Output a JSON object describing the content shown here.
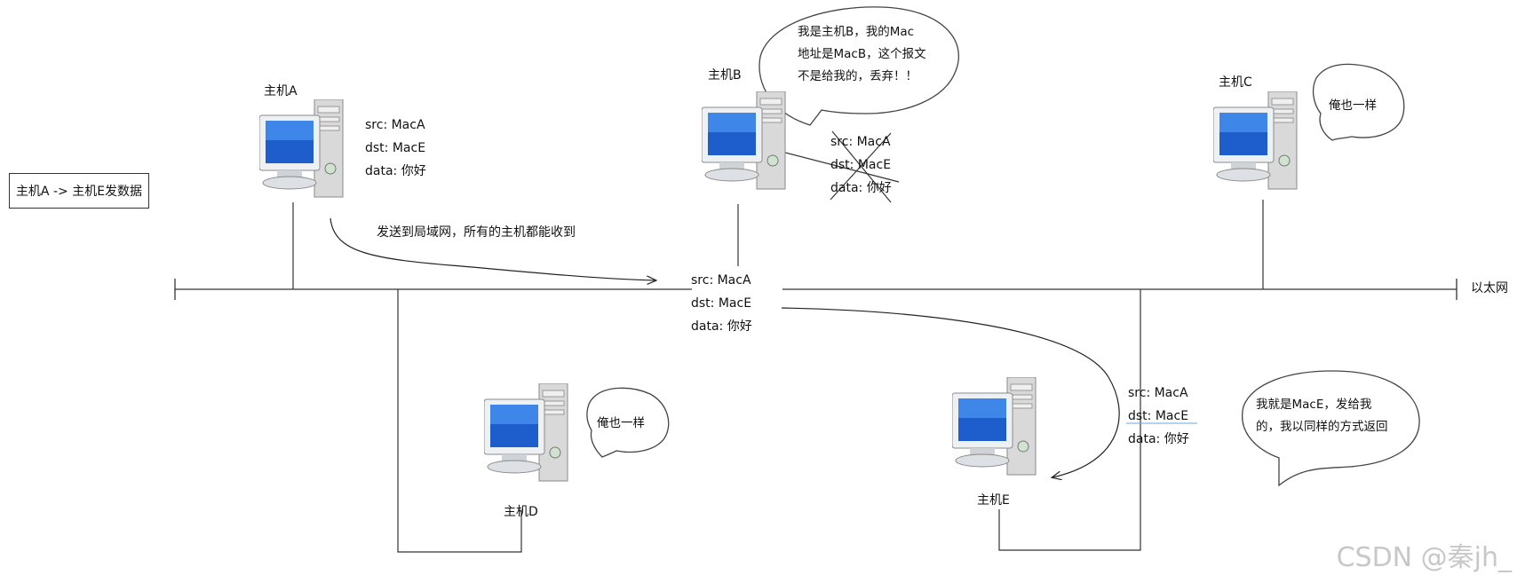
{
  "task_note": "主机A -> 主机E发数据",
  "network_label": "以太网",
  "broadcast_note": "发送到局域网，所有的主机都能收到",
  "packet": {
    "src": "src:  MacA",
    "dst": "dst:  MacE",
    "data": "data: 你好"
  },
  "hosts": {
    "a": {
      "name": "主机A"
    },
    "b": {
      "name": "主机B",
      "bubble": [
        "我是主机B，我的Mac",
        "地址是MacB，这个报文",
        "不是给我的，丢弃！！"
      ]
    },
    "c": {
      "name": "主机C",
      "bubble": [
        "俺也一样"
      ]
    },
    "d": {
      "name": "主机D",
      "bubble": [
        "俺也一样"
      ]
    },
    "e": {
      "name": "主机E",
      "bubble": [
        "我就是MacE，发给我",
        "的，我以同样的方式返回"
      ]
    }
  },
  "watermark": "CSDN @秦jh_"
}
